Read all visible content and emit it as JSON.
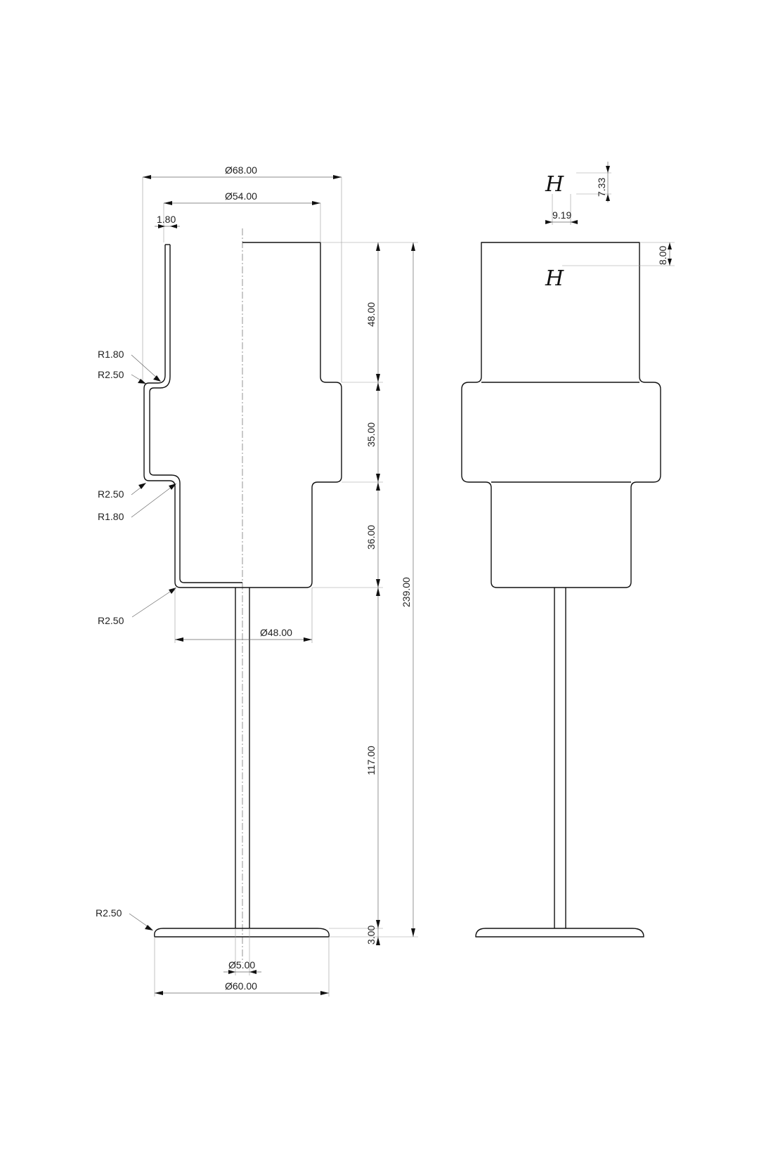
{
  "drawing": {
    "dimensions": {
      "outer_diameter": "Ø68.00",
      "neck_diameter": "Ø54.00",
      "wall_thickness": "1.80",
      "upper_radius_inner": "R1.80",
      "upper_radius_outer": "R2.50",
      "middle_radius_outer": "R2.50",
      "middle_radius_inner": "R1.80",
      "bottom_radius": "R2.50",
      "base_radius": "R2.50",
      "lower_diameter": "Ø48.00",
      "stem_diameter": "Ø5.00",
      "base_diameter": "Ø60.00",
      "upper_height": "48.00",
      "middle_height": "35.00",
      "lower_height": "36.00",
      "stem_height": "117.00",
      "base_thickness": "3.00",
      "total_height": "239.00",
      "logo_height": "7.33",
      "logo_width": "9.19",
      "logo_offset": "8.00"
    },
    "logo_mark": "H"
  }
}
